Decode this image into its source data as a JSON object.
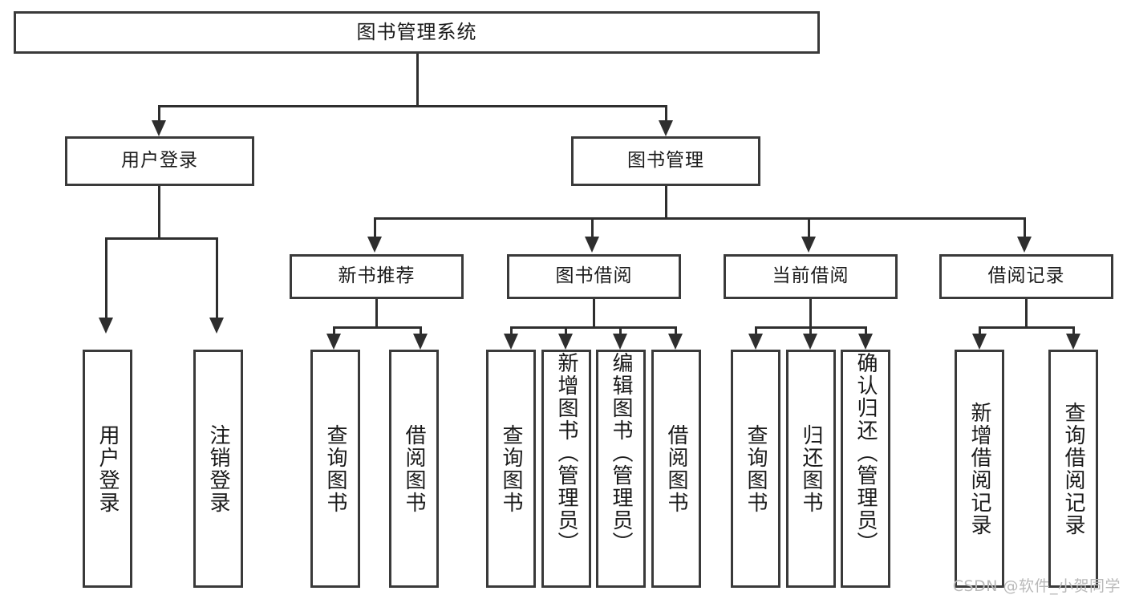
{
  "diagram": {
    "title": "图书管理系统",
    "type": "tree-hierarchy-chart",
    "watermark": "CSDN @软件_小贺同学",
    "colors": {
      "box_border": "#3a3a3a",
      "line": "#2e2e2e",
      "text": "#1a1a1a",
      "background": "#ffffff",
      "watermark": "#b9b9b9"
    },
    "root": {
      "label": "图书管理系统"
    },
    "level2": [
      {
        "id": "user-login",
        "label": "用户登录"
      },
      {
        "id": "book-manage",
        "label": "图书管理"
      }
    ],
    "level3": [
      {
        "id": "new-book-recommend",
        "label": "新书推荐",
        "parent": "book-manage"
      },
      {
        "id": "book-borrow",
        "label": "图书借阅",
        "parent": "book-manage"
      },
      {
        "id": "current-borrow",
        "label": "当前借阅",
        "parent": "book-manage"
      },
      {
        "id": "borrow-record",
        "label": "借阅记录",
        "parent": "book-manage"
      }
    ],
    "leaves": {
      "user-login": [
        {
          "id": "leaf-user-login",
          "label": "用户登录"
        },
        {
          "id": "leaf-user-logout",
          "label": "注销登录"
        }
      ],
      "new-book-recommend": [
        {
          "id": "leaf-query-book-1",
          "label": "查询图书"
        },
        {
          "id": "leaf-borrow-book-1",
          "label": "借阅图书"
        }
      ],
      "book-borrow": [
        {
          "id": "leaf-query-book-2",
          "label": "查询图书"
        },
        {
          "id": "leaf-add-book",
          "label": "新增图书（管理员）"
        },
        {
          "id": "leaf-edit-book",
          "label": "编辑图书（管理员）"
        },
        {
          "id": "leaf-borrow-book-2",
          "label": "借阅图书"
        }
      ],
      "current-borrow": [
        {
          "id": "leaf-query-book-3",
          "label": "查询图书"
        },
        {
          "id": "leaf-return-book",
          "label": "归还图书"
        },
        {
          "id": "leaf-confirm-return",
          "label": "确认归还（管理员）"
        }
      ],
      "borrow-record": [
        {
          "id": "leaf-add-record",
          "label": "新增借阅记录"
        },
        {
          "id": "leaf-query-record",
          "label": "查询借阅记录"
        }
      ]
    }
  }
}
